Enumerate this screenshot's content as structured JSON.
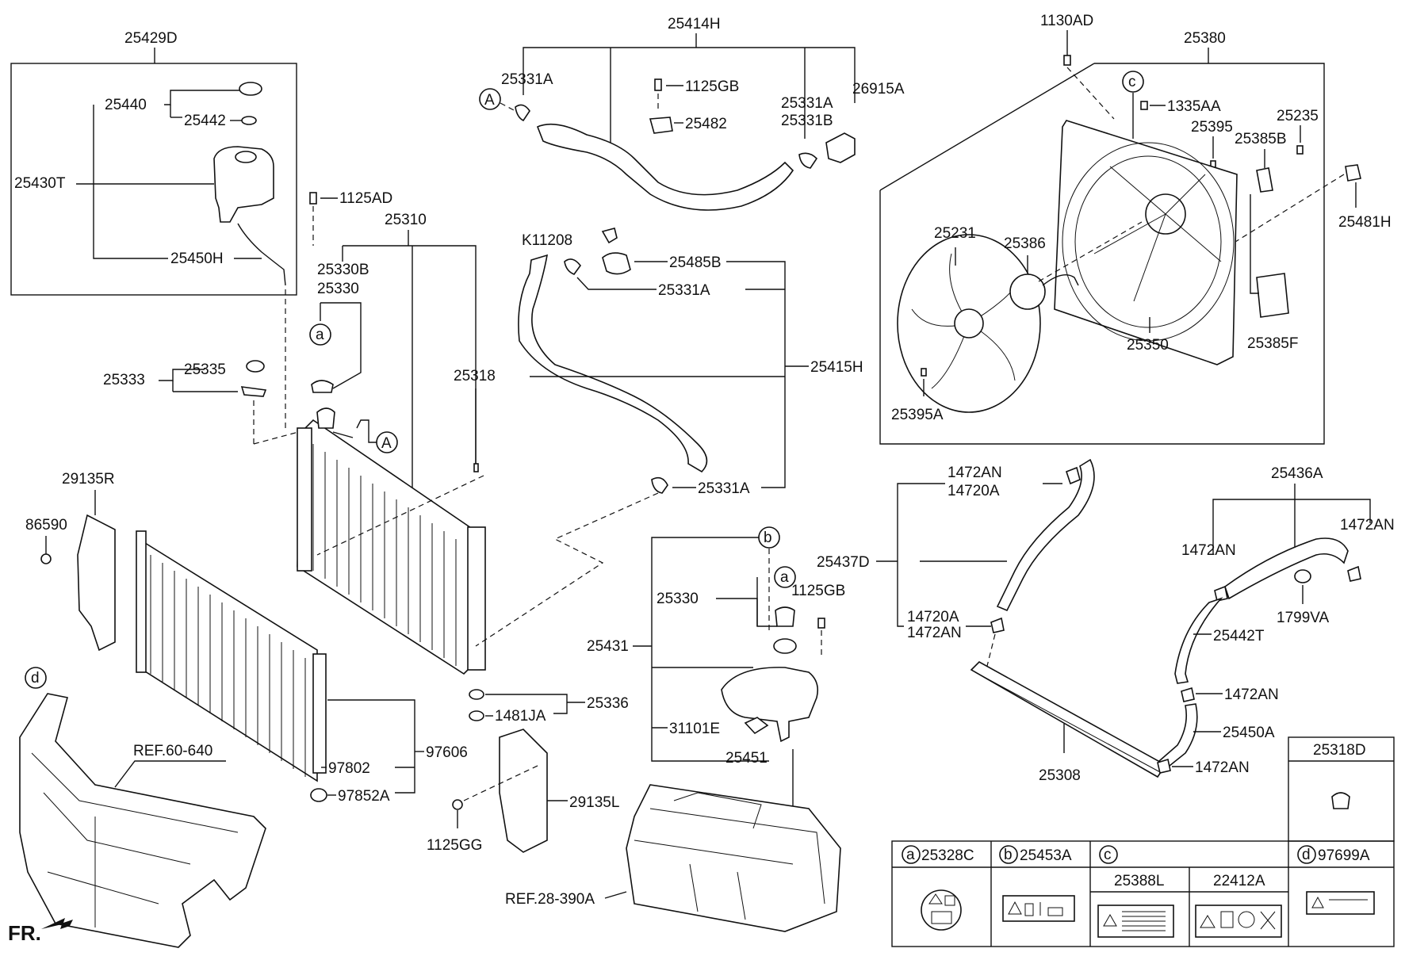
{
  "parts": {
    "p_25429D": "25429D",
    "p_25440": "25440",
    "p_25442": "25442",
    "p_25430T": "25430T",
    "p_1125AD": "1125AD",
    "p_25450H": "25450H",
    "p_25310": "25310",
    "p_25330B": "25330B",
    "p_25330_top": "25330",
    "p_25333": "25333",
    "p_25335": "25335",
    "p_25318": "25318",
    "p_29135R": "29135R",
    "p_86590": "86590",
    "p_97606": "97606",
    "p_97802": "97802",
    "p_97852A": "97852A",
    "p_REF60": "REF.60-640",
    "p_FR": "FR.",
    "p_25414H": "25414H",
    "p_25331A_1": "25331A",
    "p_1125GB_1": "1125GB",
    "p_25482": "25482",
    "p_25331A_2": "25331A",
    "p_25331B": "25331B",
    "p_26915A": "26915A",
    "p_K11208": "K11208",
    "p_25485B": "25485B",
    "p_25331A_3": "25331A",
    "p_25415H": "25415H",
    "p_25331A_4": "25331A",
    "p_25336": "25336",
    "p_1481JA": "1481JA",
    "p_29135L": "29135L",
    "p_1125GG": "1125GG",
    "p_REF28": "REF.28-390A",
    "p_25431": "25431",
    "p_25330_mid": "25330",
    "p_1125GB_2": "1125GB",
    "p_31101E": "31101E",
    "p_25451": "25451",
    "p_1130AD": "1130AD",
    "p_25380": "25380",
    "p_1335AA": "1335AA",
    "p_25235": "25235",
    "p_25395": "25395",
    "p_25385B": "25385B",
    "p_25481H": "25481H",
    "p_25231": "25231",
    "p_25386": "25386",
    "p_25350": "25350",
    "p_25385F": "25385F",
    "p_25395A": "25395A",
    "p_1472AN_1": "1472AN",
    "p_14720A_1": "14720A",
    "p_25437D": "25437D",
    "p_14720A_2": "14720A",
    "p_1472AN_2": "1472AN",
    "p_25436A": "25436A",
    "p_1472AN_3": "1472AN",
    "p_1472AN_4": "1472AN",
    "p_1799VA": "1799VA",
    "p_25442T": "25442T",
    "p_1472AN_5": "1472AN",
    "p_25450A": "25450A",
    "p_1472AN_6": "1472AN",
    "p_25308": "25308",
    "p_25318D": "25318D"
  },
  "callouts": {
    "A": "A",
    "a": "a",
    "b": "b",
    "c": "c",
    "d": "d"
  },
  "legend": {
    "a_code": "25328C",
    "b_code": "25453A",
    "c_code1": "25388L",
    "c_code2": "22412A",
    "d_code": "97699A"
  }
}
